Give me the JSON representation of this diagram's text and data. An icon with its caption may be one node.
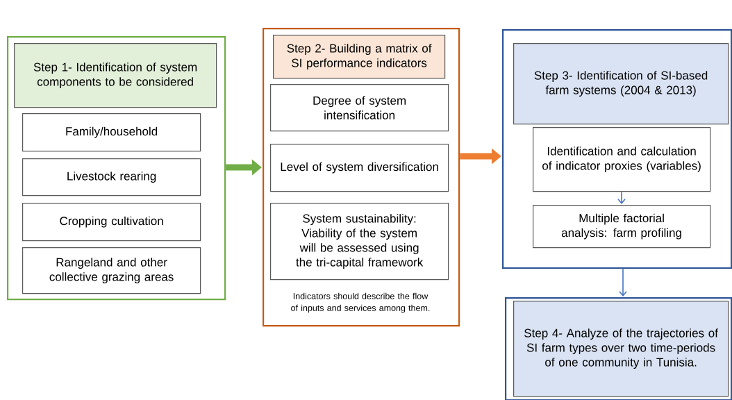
{
  "diagram": {
    "nodes": [
      {
        "text": [],
        "shape": "box"
      },
      {
        "text": [
          "Step 1- Identification of system components to be considered"
        ],
        "in": 0
      },
      {
        "text": [
          "Family/household"
        ],
        "in": 0
      },
      {
        "text": [
          "Livestock rearing"
        ],
        "in": 0
      },
      {
        "text": [
          "Cropping cultivation"
        ],
        "in": 0
      },
      {
        "text": [
          "Rangeland and other collective grazing areas"
        ],
        "in": 0
      },
      {
        "text": [
          "Indicators should describe the flow of inputs and services among them."
        ]
      },
      {
        "text": [
          "Step 2- Building a matrix of SI performance indicators"
        ],
        "in": 6
      },
      {
        "text": [
          "Degree of system intensification"
        ],
        "in": 6
      },
      {
        "text": [
          "Level of system diversification"
        ],
        "in": 6
      },
      {
        "text": [
          "System sustainability: Viability of the system will be assessed using the tri-capital framework"
        ],
        "in": 6
      },
      {
        "text": [],
        "shape": "box"
      },
      {
        "text": [
          "Step 3- Identification of SI-based farm systems (2004 & 2013)"
        ],
        "in": 11
      },
      {
        "text": [
          "Identification and calculation of indicator proxies (variables)"
        ],
        "in": 11
      },
      {
        "text": [
          "Multiple factorial analysis: farm profiling"
        ],
        "in": 11
      },
      {
        "text": [],
        "shape": "box"
      },
      {
        "text": [
          "Step 4- Analyze of the trajectories of SI farm types over two time-periods of one community in Tunisia."
        ],
        "in": 15
      }
    ],
    "edges": [
      {
        "from": 0,
        "to": 6,
        "arrow": "to",
        "style": "thick",
        "color": "#70ad47"
      },
      {
        "from": 6,
        "to": 11,
        "arrow": "to",
        "style": "thick",
        "color": "#ed7d31"
      },
      {
        "from": 13,
        "to": 14,
        "arrow": "to",
        "color": "#4472c4"
      },
      {
        "from": 11,
        "to": 15,
        "arrow": "to",
        "color": "#4472c4"
      }
    ]
  }
}
